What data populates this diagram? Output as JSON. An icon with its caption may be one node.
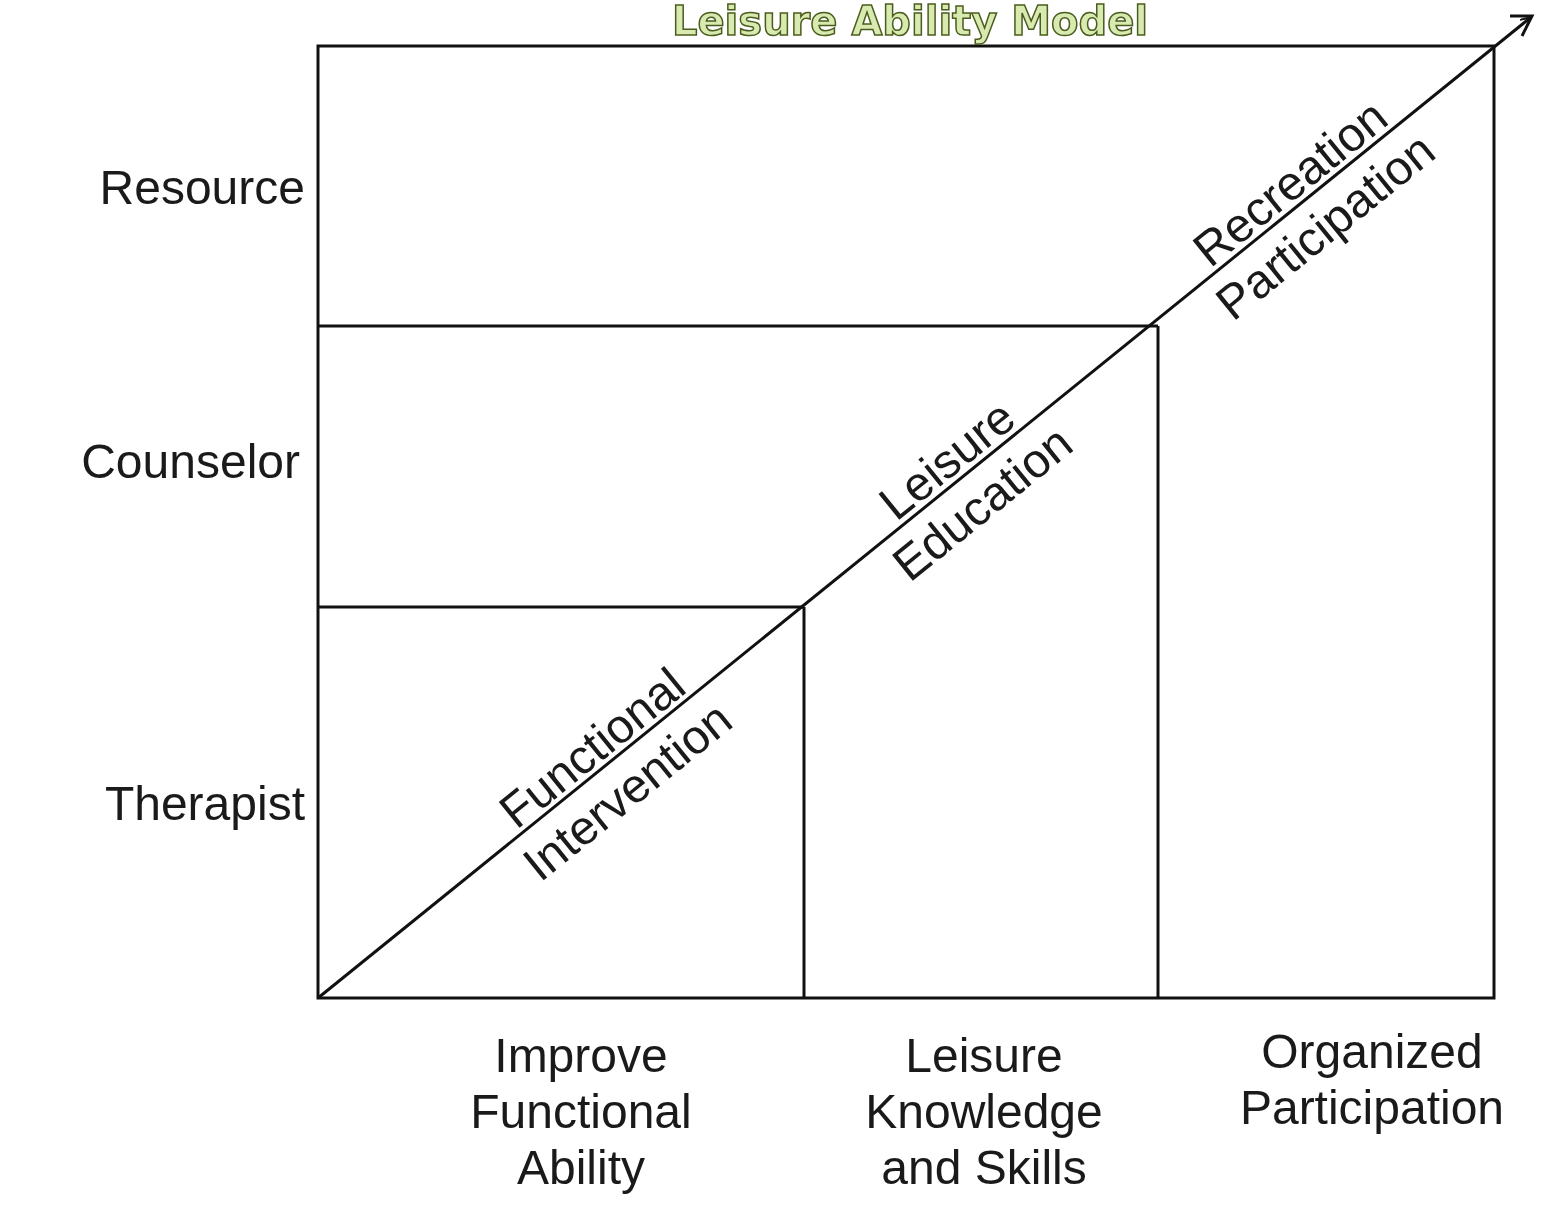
{
  "diagram": {
    "title": "Leisure Ability Model",
    "labels": [
      "Resource",
      "Recreation Participation",
      "Counselor",
      "Leisure Education",
      "Functional Intervention",
      "Therapist",
      "Improve Functional Ability",
      "Leisure Knowledge and Skills",
      "Organized Participation"
    ]
  }
}
